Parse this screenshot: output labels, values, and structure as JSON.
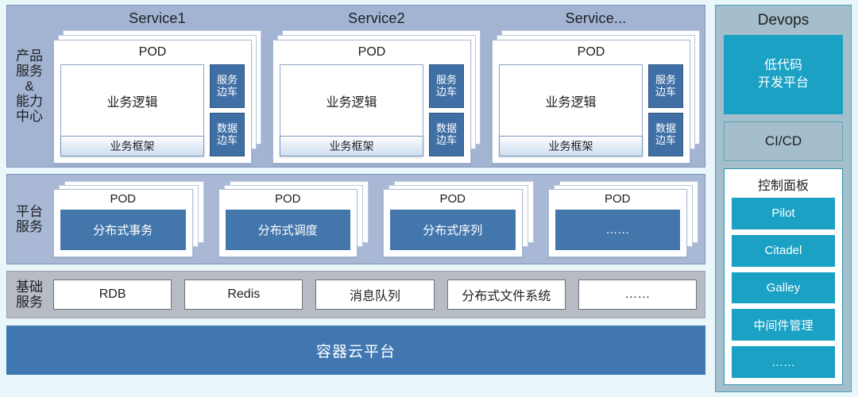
{
  "layers": {
    "product": {
      "label": "产品\n服务\n&\n能力\n中心",
      "services": [
        {
          "title": "Service1",
          "pod_label": "POD",
          "business_logic": "业务逻辑",
          "business_framework": "业务框架",
          "sidecars": [
            "服务\n边车",
            "数据\n边车"
          ]
        },
        {
          "title": "Service2",
          "pod_label": "POD",
          "business_logic": "业务逻辑",
          "business_framework": "业务框架",
          "sidecars": [
            "服务\n边车",
            "数据\n边车"
          ]
        },
        {
          "title": "Service...",
          "pod_label": "POD",
          "business_logic": "业务逻辑",
          "business_framework": "业务框架",
          "sidecars": [
            "服务\n边车",
            "数据\n边车"
          ]
        }
      ]
    },
    "platform": {
      "label": "平台\n服务",
      "pods": [
        {
          "pod_label": "POD",
          "name": "分布式事务"
        },
        {
          "pod_label": "POD",
          "name": "分布式调度"
        },
        {
          "pod_label": "POD",
          "name": "分布式序列"
        },
        {
          "pod_label": "POD",
          "name": "……"
        }
      ]
    },
    "basic": {
      "label": "基础\n服务",
      "items": [
        "RDB",
        "Redis",
        "消息队列",
        "分布式文件系统",
        "……"
      ]
    },
    "cloud": {
      "label": "容器云平台"
    }
  },
  "devops": {
    "title": "Devops",
    "lowcode": "低代码\n开发平台",
    "cicd": "CI/CD",
    "control_panel": {
      "title": "控制面板",
      "buttons": [
        "Pilot",
        "Citadel",
        "Galley",
        "中间件管理",
        "……"
      ]
    }
  },
  "colors": {
    "page_background": "#e9f7fb",
    "product_band": "#a3b4d2",
    "platform_band": "#a9b9d5",
    "basic_band": "#b7bcc4",
    "cloud_bar": "#4077b0",
    "sidecar": "#3f6fa5",
    "platform_pod_box": "#4377ac",
    "devops_panel": "#a4bfcb",
    "devops_accent": "#1aa1c4"
  }
}
